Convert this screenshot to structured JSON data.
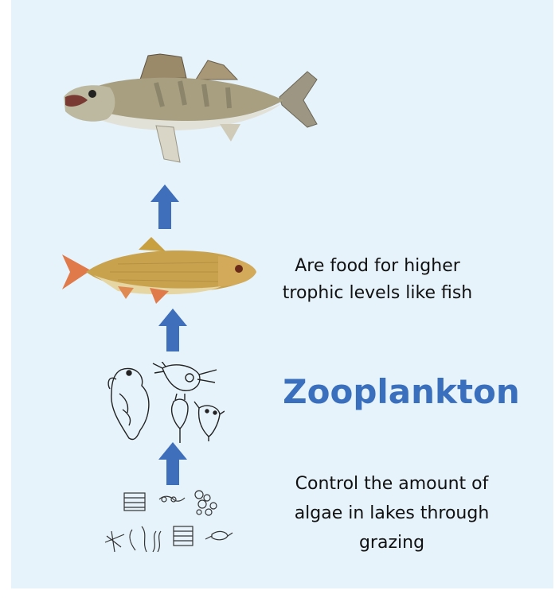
{
  "labels": {
    "top_level": "Are food for higher trophic levels like fish",
    "title": "Zooplankton",
    "bottom_level": "Control the amount of algae in lakes through grazing"
  },
  "colors": {
    "background": "#e6f3fb",
    "arrow": "#3f6fba",
    "title": "#3a6fbd"
  },
  "icons": [
    "zander-fish",
    "roach-fish",
    "zooplankton-sketches",
    "algae-sketches",
    "up-arrow"
  ]
}
